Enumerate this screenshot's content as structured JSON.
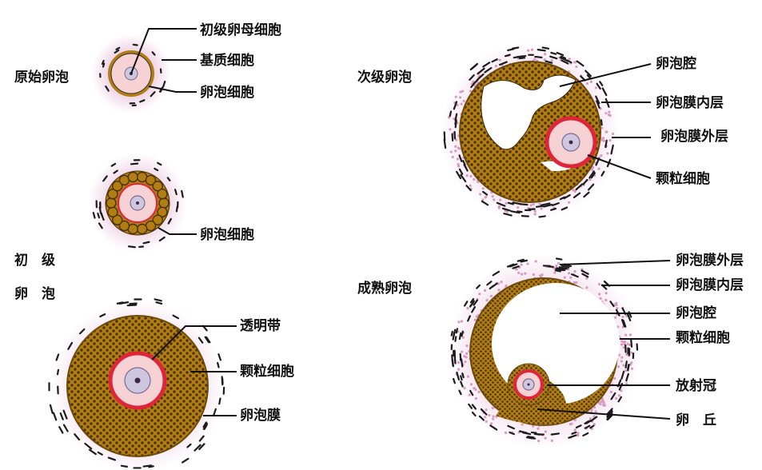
{
  "stages": {
    "primordial": "原始卵泡",
    "primary_line1": "初　级",
    "primary_line2": "卵　泡",
    "secondary": "次级卵泡",
    "mature": "成熟卵泡"
  },
  "labels": {
    "primary_oocyte": "初级卵母细胞",
    "stromal_cell": "基质细胞",
    "follicle_cell_1": "卵泡细胞",
    "follicle_cell_2": "卵泡细胞",
    "zona_pellucida": "透明带",
    "granulosa_1": "颗粒细胞",
    "theca": "卵泡膜",
    "antrum_2": "卵泡腔",
    "theca_interna_2": "卵泡膜内层",
    "theca_externa_2": "卵泡膜外层",
    "granulosa_2": "颗粒细胞",
    "theca_externa_3": "卵泡膜外层",
    "theca_interna_3": "卵泡膜内层",
    "antrum_3": "卵泡腔",
    "granulosa_3": "颗粒细胞",
    "corona_radiata": "放射冠",
    "cumulus": "卵　丘"
  },
  "colors": {
    "halo": "#efd3e6",
    "granulosa": "#b27d12",
    "granulosa_dot": "#4a3208",
    "oocyte": "#f7d2d5",
    "zona": "#e0253a",
    "nucleus": "#cfc6df",
    "theca_dash": "#1c1c1c",
    "leader": "#111111"
  }
}
